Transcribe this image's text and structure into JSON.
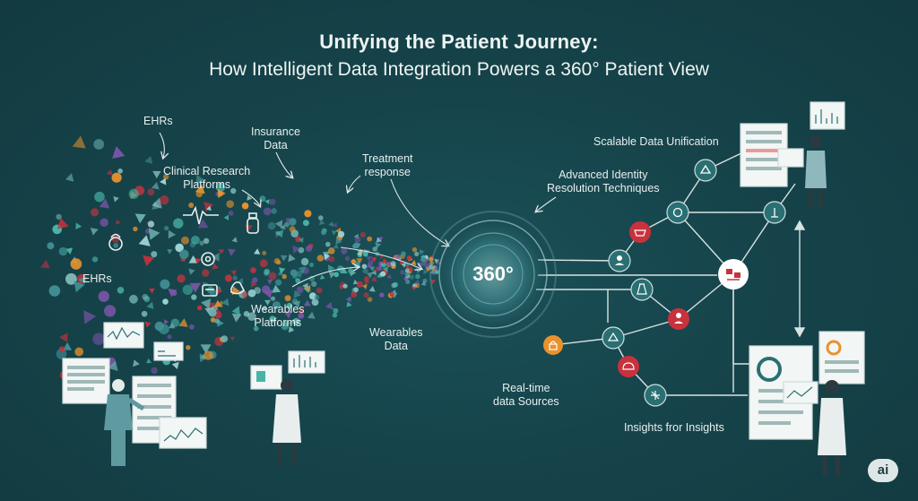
{
  "title": {
    "line1": "Unifying the Patient Journey:",
    "line2": "How Intelligent Data Integration Powers a 360° Patient View"
  },
  "hub": {
    "label": "360°"
  },
  "labels": {
    "ehrs_top": "EHRs",
    "insurance": "Insurance\nData",
    "treatment": "Treatment\nresponse",
    "clinical": "Clinical Research\nPlatforms",
    "ehrs_left": "EHRs",
    "wearables_platforms": "Wearables\nPlatforms",
    "wearables_data": "Wearables\nData",
    "scalable": "Scalable Data Unification",
    "identity": "Advanced Identity\nResolution Techniques",
    "realtime": "Real-time\ndata Sources",
    "insights": "Insights fror Insights"
  },
  "badge": "ai",
  "colors": {
    "background": "#143f45",
    "node": "#2a6f73",
    "accent_red": "#c8323d",
    "accent_orange": "#e8922e",
    "accent_purple": "#7a55a8",
    "accent_teal": "#48b3a7"
  }
}
